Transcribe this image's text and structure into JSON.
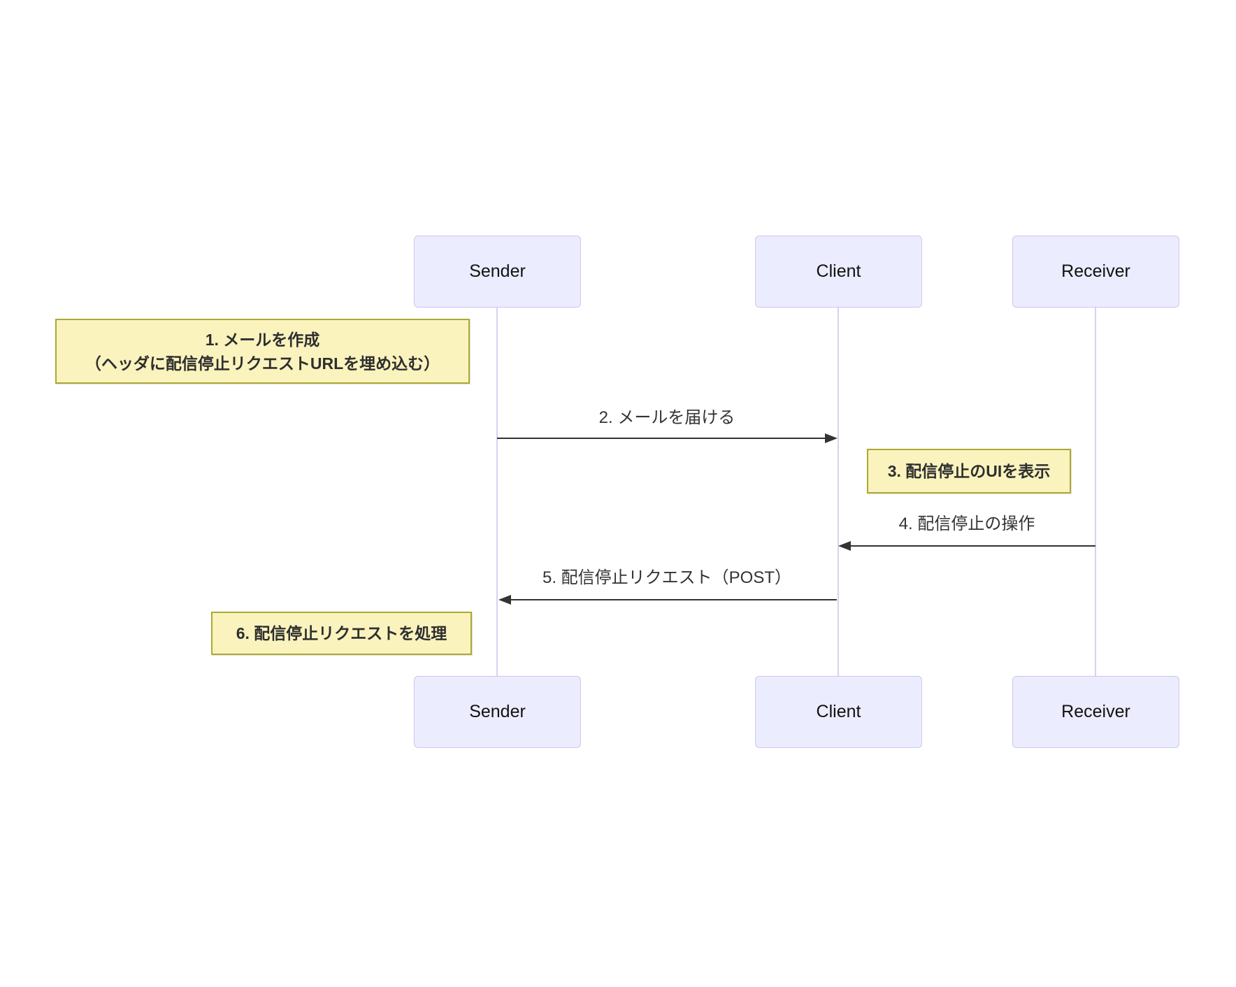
{
  "colors": {
    "actor_fill": "#ECECFF",
    "actor_border": "#CFC6EE",
    "note_fill": "#FAF3BE",
    "note_border": "#AAAA33",
    "lifeline": "#DAD0F0",
    "msg": "#333333"
  },
  "actors": [
    {
      "id": "sender",
      "label": "Sender"
    },
    {
      "id": "client",
      "label": "Client"
    },
    {
      "id": "receiver",
      "label": "Receiver"
    }
  ],
  "notes": [
    {
      "id": "note-1",
      "over": "Sender",
      "lines": [
        "1. メールを作成",
        "（ヘッダに配信停止リクエストURLを埋め込む）"
      ]
    },
    {
      "id": "note-3",
      "over": "Client",
      "lines": [
        "3. 配信停止のUIを表示"
      ]
    },
    {
      "id": "note-6",
      "over": "Sender",
      "lines": [
        "6. 配信停止リクエストを処理"
      ]
    }
  ],
  "messages": [
    {
      "id": "m2",
      "label": "2. メールを届ける",
      "from": "Sender",
      "to": "Client",
      "direction": "right"
    },
    {
      "id": "m4",
      "label": "4. 配信停止の操作",
      "from": "Receiver",
      "to": "Client",
      "direction": "left"
    },
    {
      "id": "m5",
      "label": "5. 配信停止リクエスト（POST）",
      "from": "Client",
      "to": "Sender",
      "direction": "left"
    }
  ]
}
